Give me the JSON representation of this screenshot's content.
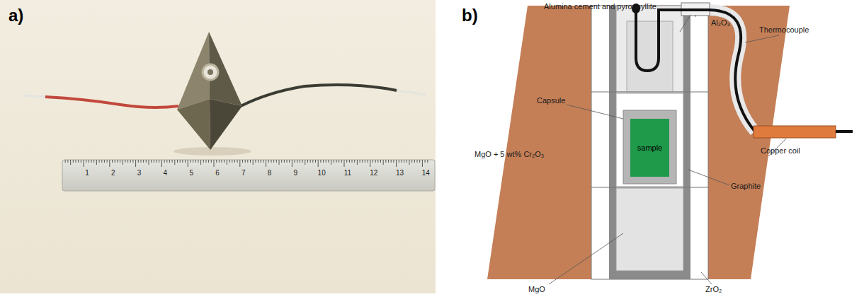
{
  "diagram": {
    "nodes": [
      {
        "text": [
          "sample"
        ]
      }
    ],
    "labels": [
      "a)",
      "b)",
      "1",
      "2",
      "3",
      "4",
      "5",
      "6",
      "7",
      "8",
      "9",
      "10",
      "11",
      "12",
      "13",
      "14",
      "Alumina cement and pyrophyllite",
      "Al₂O₃",
      "Thermocouple",
      "Capsule",
      "MgO + 5 wt% Cr₂O₃",
      "Copper coil",
      "Graphite",
      "MgO",
      "ZrO₂"
    ]
  }
}
